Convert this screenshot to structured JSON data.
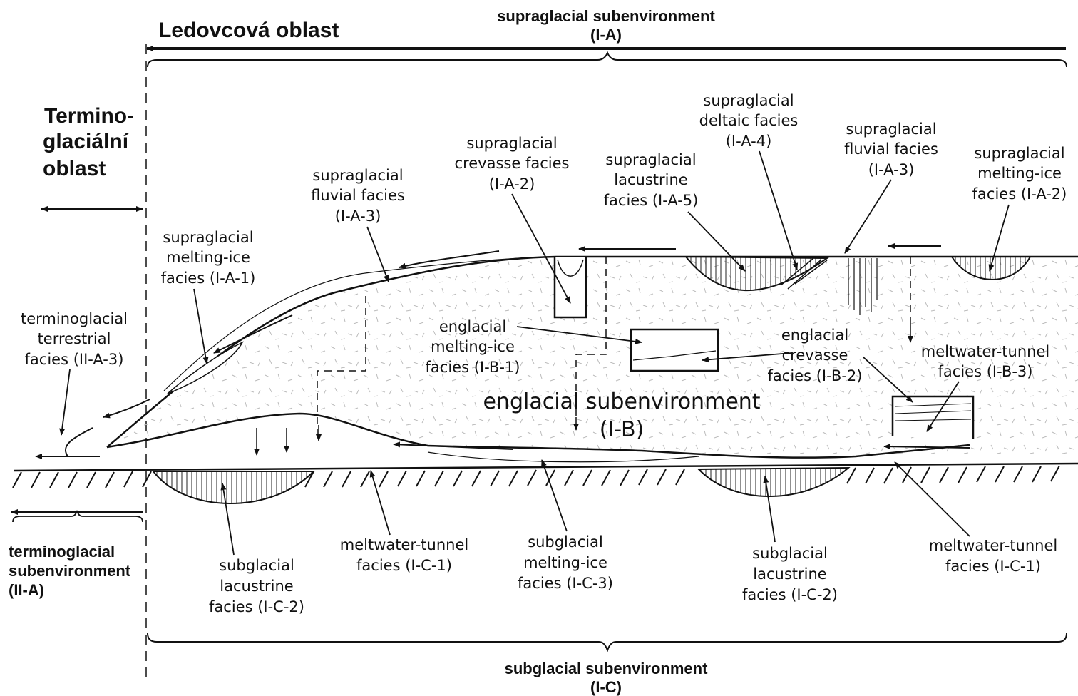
{
  "header": {
    "czech_glacier_area": "Ledovcová oblast",
    "supraglacial_title": "supraglacial subenvironment",
    "supraglacial_code": "(I-A)"
  },
  "left": {
    "termino_line1": "Termino-",
    "termino_line2": "glaciální",
    "termino_line3": "oblast",
    "terminoglacial_line1": "terminoglacial",
    "terminoglacial_line2": "subenvironment",
    "terminoglacial_code": "(II-A)"
  },
  "footer": {
    "subglacial_title": "subglacial subenvironment",
    "subglacial_code": "(I-C)"
  },
  "center": {
    "englacial_title": "englacial subenvironment",
    "englacial_code": "(I-B)"
  },
  "labels": {
    "supra_melting_1": [
      "supraglacial",
      "melting-ice",
      "facies (I-A-1)"
    ],
    "supra_fluvial_left": [
      "supraglacial",
      "fluvial facies",
      "(I-A-3)"
    ],
    "supra_crevasse": [
      "supraglacial",
      "crevasse facies",
      "(I-A-2)"
    ],
    "supra_lacustrine": [
      "supraglacial",
      "lacustrine",
      "facies (I-A-5)"
    ],
    "supra_deltaic": [
      "supraglacial",
      "deltaic facies",
      "(I-A-4)"
    ],
    "supra_fluvial_right": [
      "supraglacial",
      "fluvial facies",
      "(I-A-3)"
    ],
    "supra_melting_2": [
      "supraglacial",
      "melting-ice",
      "facies (I-A-2)"
    ],
    "termino_terrestrial": [
      "terminoglacial",
      "terrestrial",
      "facies (II-A-3)"
    ],
    "englacial_melting": [
      "englacial",
      "melting-ice",
      "facies (I-B-1)"
    ],
    "englacial_crevasse": [
      "englacial",
      "crevasse",
      "facies (I-B-2)"
    ],
    "englacial_tunnel": [
      "meltwater-tunnel",
      "facies (I-B-3)"
    ],
    "sub_lacustrine_left": [
      "subglacial",
      "lacustrine",
      "facies (I-C-2)"
    ],
    "sub_tunnel_left": [
      "meltwater-tunnel",
      "facies (I-C-1)"
    ],
    "sub_melting": [
      "subglacial",
      "melting-ice",
      "facies (I-C-3)"
    ],
    "sub_lacustrine_right": [
      "subglacial",
      "lacustrine",
      "facies (I-C-2)"
    ],
    "sub_tunnel_right": [
      "meltwater-tunnel",
      "facies (I-C-1)"
    ]
  }
}
